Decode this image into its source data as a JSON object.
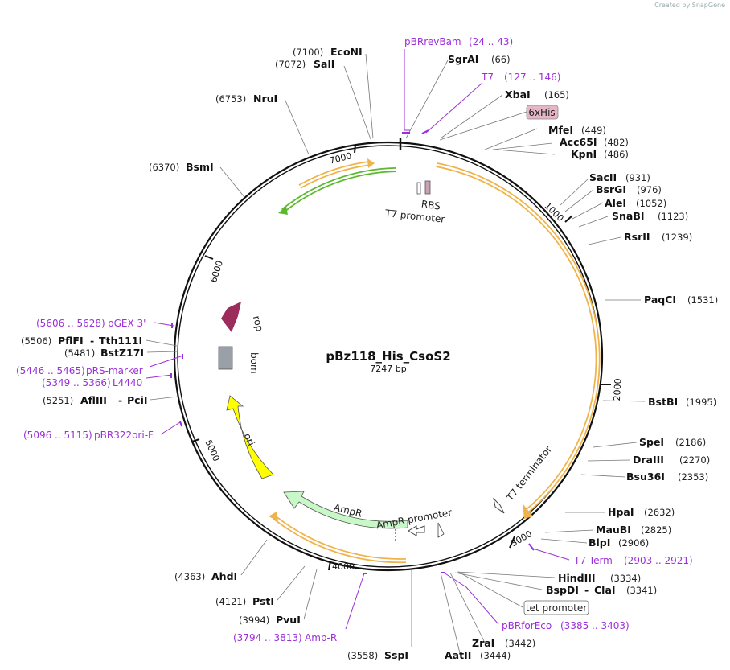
{
  "credit": "Created by SnapGene",
  "plasmid": {
    "name": "pBz118_His_CsoS2",
    "length_label": "7247 bp"
  },
  "ticks": [
    "1000",
    "2000",
    "3000",
    "4000",
    "5000",
    "6000",
    "7000"
  ],
  "features": {
    "rbs": "RBS",
    "t7_promoter": "T7 promoter",
    "t7_terminator": "T7 terminator",
    "rop": "rop",
    "bom": "bom",
    "ori": "ori",
    "ampr": "AmpR",
    "ampr_promoter": "AmpR promoter",
    "his_tag": "6xHis",
    "tet_promoter": "tet promoter"
  },
  "sites_right": [
    {
      "name": "SgrAI",
      "pos": "(66)"
    },
    {
      "name": "XbaI",
      "pos": "(165)"
    },
    {
      "name": "MfeI",
      "pos": "(449)"
    },
    {
      "name": "Acc65I",
      "pos": "(482)"
    },
    {
      "name": "KpnI",
      "pos": "(486)"
    },
    {
      "name": "SacII",
      "pos": "(931)"
    },
    {
      "name": "BsrGI",
      "pos": "(976)"
    },
    {
      "name": "AleI",
      "pos": "(1052)"
    },
    {
      "name": "SnaBI",
      "pos": "(1123)"
    },
    {
      "name": "RsrII",
      "pos": "(1239)"
    },
    {
      "name": "PaqCI",
      "pos": "(1531)"
    },
    {
      "name": "BstBI",
      "pos": "(1995)"
    },
    {
      "name": "SpeI",
      "pos": "(2186)"
    },
    {
      "name": "DraIII",
      "pos": "(2270)"
    },
    {
      "name": "Bsu36I",
      "pos": "(2353)"
    },
    {
      "name": "HpaI",
      "pos": "(2632)"
    },
    {
      "name": "MauBI",
      "pos": "(2825)"
    },
    {
      "name": "BlpI",
      "pos": "(2906)"
    },
    {
      "name": "HindIII",
      "pos": "(3334)"
    },
    {
      "name": "BspDI",
      "sep": "-",
      "name2": "ClaI",
      "pos": "(3341)"
    },
    {
      "name": "ZraI",
      "pos": "(3442)"
    },
    {
      "name": "AatII",
      "pos": "(3444)"
    }
  ],
  "sites_left": [
    {
      "name": "EcoNI",
      "pos": "(7100)"
    },
    {
      "name": "SalI",
      "pos": "(7072)"
    },
    {
      "name": "NruI",
      "pos": "(6753)"
    },
    {
      "name": "BsmI",
      "pos": "(6370)"
    },
    {
      "name": "PflFI",
      "sep": "-",
      "name2": "Tth111I",
      "pos": "(5506)"
    },
    {
      "name": "BstZ17I",
      "pos": "(5481)"
    },
    {
      "name": "AflIII",
      "sep": "-",
      "name2": "PciI",
      "pos": "(5251)"
    },
    {
      "name": "AhdI",
      "pos": "(4363)"
    },
    {
      "name": "PstI",
      "pos": "(4121)"
    },
    {
      "name": "PvuI",
      "pos": "(3994)"
    },
    {
      "name": "SspI",
      "pos": "(3558)"
    }
  ],
  "primers": [
    {
      "name": "pBRrevBam",
      "range": "(24 .. 43)"
    },
    {
      "name": "T7",
      "range": "(127 .. 146)"
    },
    {
      "name": "T7 Term",
      "range": "(2903 .. 2921)"
    },
    {
      "name": "pBRforEco",
      "range": "(3385 .. 3403)"
    },
    {
      "name": "Amp-R",
      "range": "(3794 .. 3813)"
    },
    {
      "name": "pBR322ori-F",
      "range": "(5096 .. 5115)"
    },
    {
      "name": "L4440",
      "range": "(5349 .. 5366)"
    },
    {
      "name": "pRS-marker",
      "range": "(5446 .. 5465)"
    },
    {
      "name": "pGEX 3'",
      "range": "(5606 .. 5628)"
    }
  ],
  "colors": {
    "backbone": "#111111",
    "primer": "#9b30d9",
    "orf_fill": "#ffffff",
    "orf_stroke": "#f0b24a",
    "green_arrow": "#5cb82e",
    "rop": "#9b2c5c",
    "bom": "#9aa0a8",
    "ori": "#ffff00",
    "ampr": "#c8f7c8",
    "his_tag": "#e4b6c6"
  }
}
